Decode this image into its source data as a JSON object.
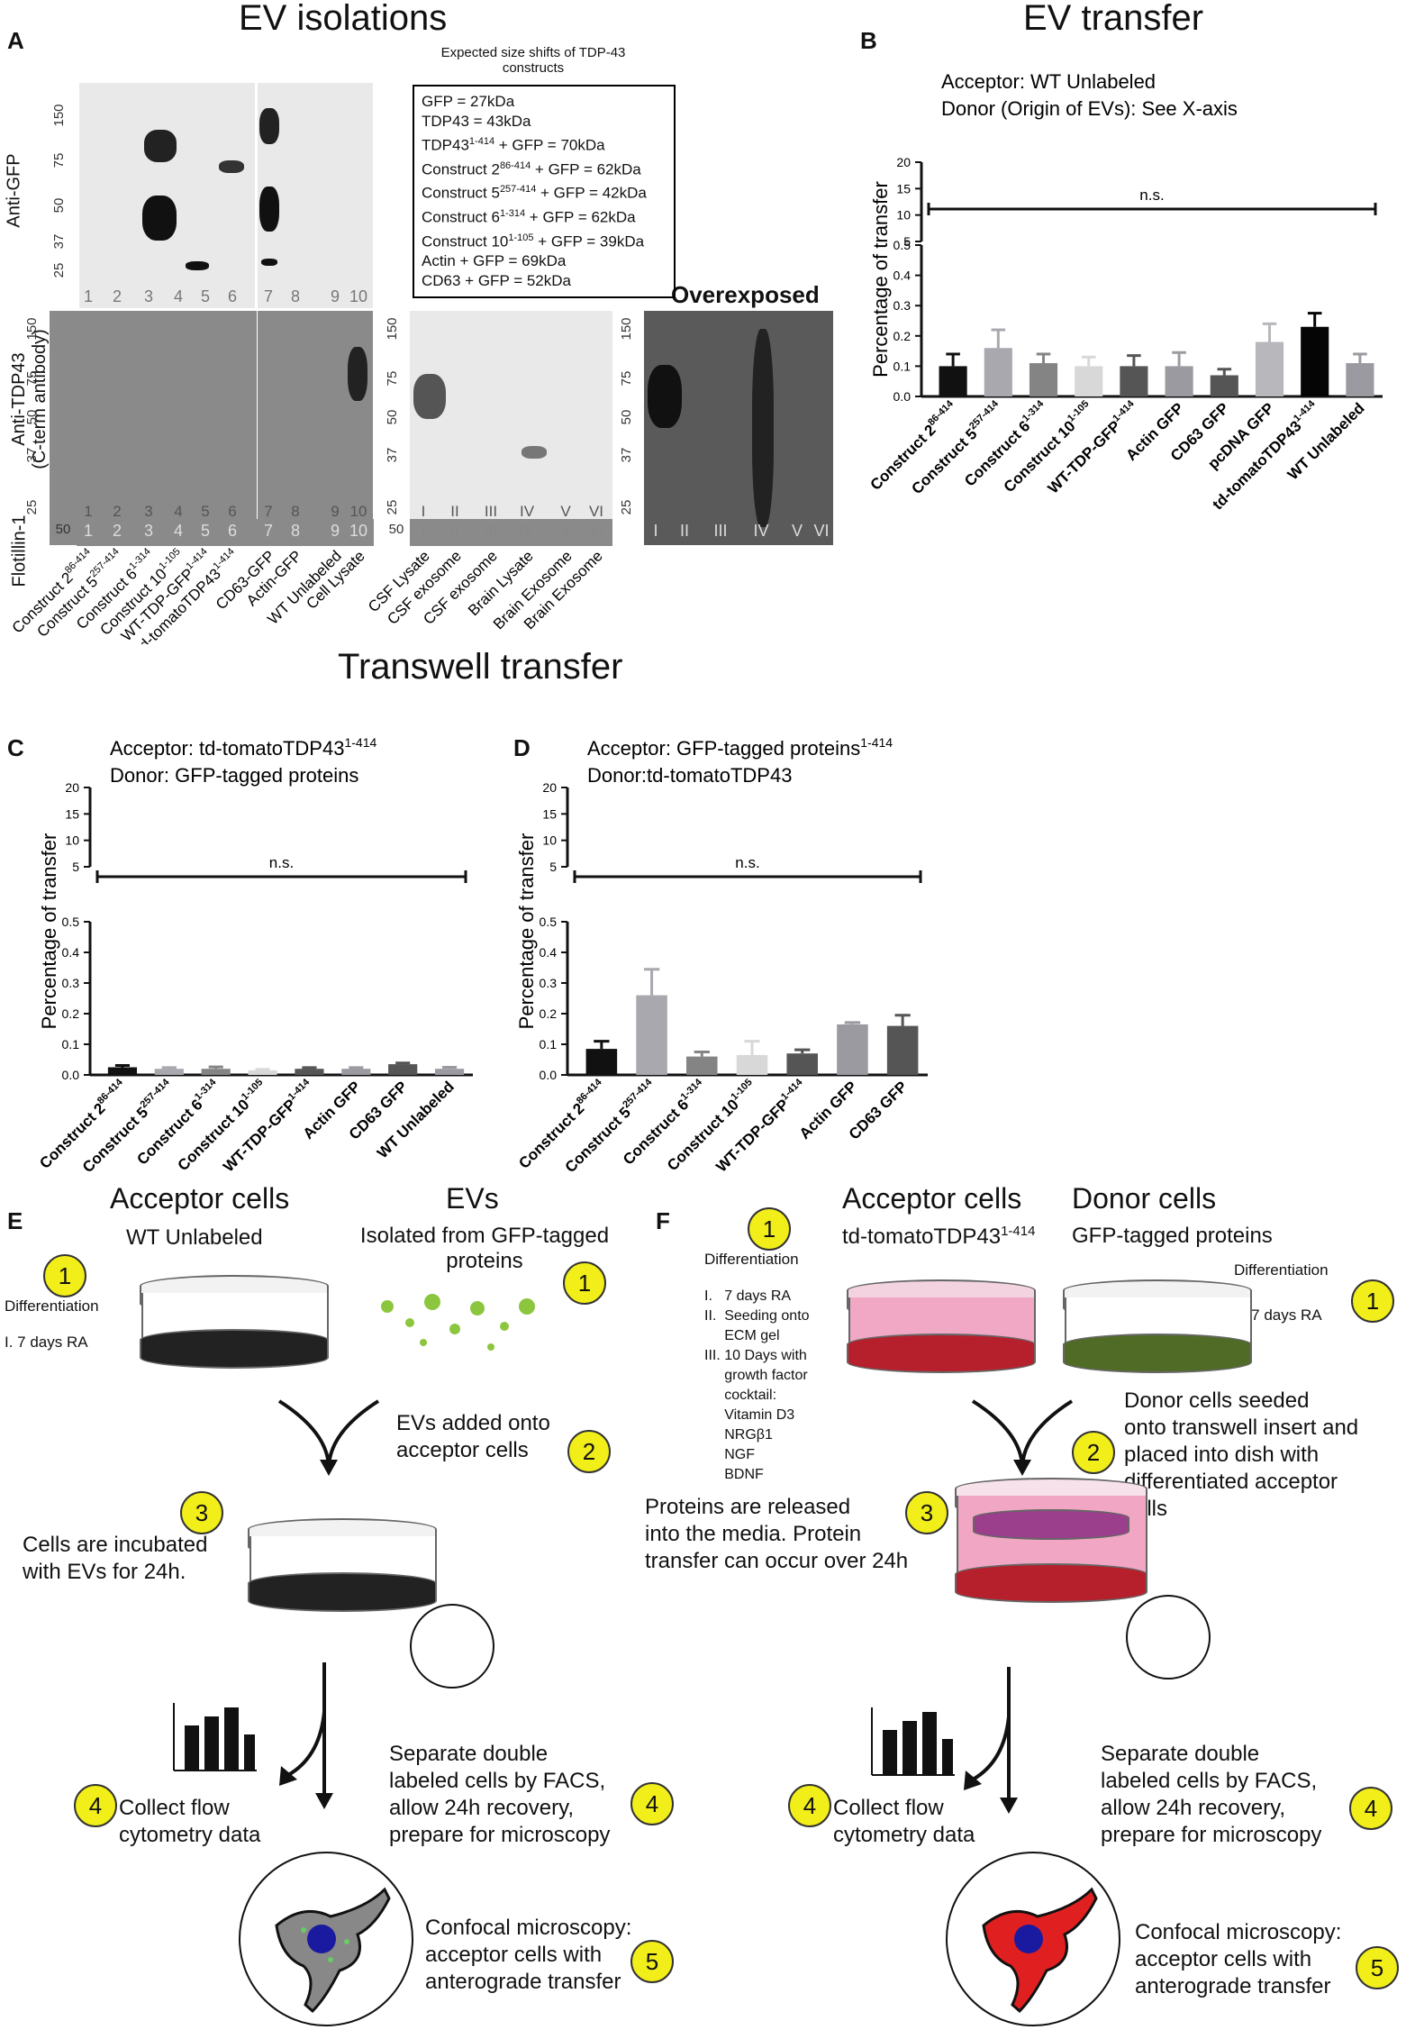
{
  "titles": {
    "ev_isolations": "EV isolations",
    "ev_transfer": "EV transfer",
    "transwell_transfer": "Transwell transfer"
  },
  "panel_letters": {
    "a": "A",
    "b": "B",
    "c": "C",
    "d": "D",
    "e": "E",
    "f": "F"
  },
  "panelA": {
    "row_labels": {
      "gfp": "Anti-GFP",
      "tdp43": "Anti-TDP43",
      "tdp43_sub": "(C-term antibody)",
      "flotillin": "Flotillin-1"
    },
    "mw_ticks": [
      "150",
      "75",
      "50",
      "37",
      "25"
    ],
    "flot_tick": "50",
    "lane_numbers": [
      "1",
      "2",
      "3",
      "4",
      "5",
      "6",
      "7",
      "8",
      "9",
      "10"
    ],
    "roman_lanes": [
      "I",
      "II",
      "III",
      "IV",
      "V",
      "VI"
    ],
    "overexposed": "Overexposed",
    "size_shift_title": "Expected size shifts of TDP-43 constructs",
    "size_shifts": [
      {
        "name": "GFP",
        "sup": "",
        "rest": " = 27kDa"
      },
      {
        "name": "TDP43",
        "sup": "",
        "rest": " = 43kDa"
      },
      {
        "name": "TDP43",
        "sup": "1-414",
        "rest": " + GFP = 70kDa"
      },
      {
        "name": "Construct 2",
        "sup": "86-414",
        "rest": " + GFP = 62kDa"
      },
      {
        "name": "Construct 5",
        "sup": "257-414",
        "rest": " + GFP = 42kDa"
      },
      {
        "name": "Construct 6",
        "sup": "1-314",
        "rest": " + GFP = 62kDa"
      },
      {
        "name": "Construct 10",
        "sup": "1-105",
        "rest": " + GFP = 39kDa"
      },
      {
        "name": "Actin + GFP = 69kDa",
        "sup": "",
        "rest": ""
      },
      {
        "name": "CD63 + GFP = 52kDa",
        "sup": "",
        "rest": ""
      }
    ],
    "lane_labels": [
      {
        "name": "Construct 2",
        "sup": "86-414"
      },
      {
        "name": "Construct 5",
        "sup": "257-414"
      },
      {
        "name": "Construct 6",
        "sup": "1-314"
      },
      {
        "name": "Construct 10",
        "sup": "1-105"
      },
      {
        "name": "WT-TDP-GFP",
        "sup": "1-414"
      },
      {
        "name": "td-tomatoTDP43",
        "sup": "1-414"
      },
      {
        "name": "CD63-GFP",
        "sup": ""
      },
      {
        "name": "Actin-GFP",
        "sup": ""
      },
      {
        "name": "WT Unlabeled",
        "sup": ""
      },
      {
        "name": "Cell Lysate",
        "sup": ""
      }
    ],
    "sample_labels": [
      "CSF Lysate",
      "CSF exosome",
      "CSF exosome",
      "Brain Lysate",
      "Brain Exosome",
      "Brain Exosome"
    ]
  },
  "chart_data": [
    {
      "id": "B",
      "type": "bar",
      "header": [
        "Acceptor: WT Unlabeled",
        "Donor (Origin of EVs): See X-axis"
      ],
      "ylabel": "Percentage of transfer",
      "upper_ticks": [
        "20",
        "15",
        "10",
        "5"
      ],
      "lower_ticks": [
        "0.5",
        "0.4",
        "0.3",
        "0.2",
        "0.1",
        "0.0"
      ],
      "ylim_lower": [
        0,
        0.5
      ],
      "ylim_upper": [
        5,
        20
      ],
      "significance": "n.s.",
      "categories": [
        {
          "name": "Construct 2",
          "sup": "86-414"
        },
        {
          "name": "Construct 5",
          "sup": "257-414"
        },
        {
          "name": "Construct 6",
          "sup": "1-314"
        },
        {
          "name": "Construct 10",
          "sup": "1-105"
        },
        {
          "name": "WT-TDP-GFP",
          "sup": "1-414"
        },
        {
          "name": "Actin GFP",
          "sup": ""
        },
        {
          "name": "CD63 GFP",
          "sup": ""
        },
        {
          "name": "pcDNA GFP",
          "sup": ""
        },
        {
          "name": "td-tomatoTDP43",
          "sup": "1-414"
        },
        {
          "name": "WT Unlabeled",
          "sup": ""
        }
      ],
      "values": [
        0.1,
        0.16,
        0.11,
        0.1,
        0.1,
        0.1,
        0.07,
        0.18,
        0.23,
        0.11
      ],
      "errors": [
        0.04,
        0.06,
        0.03,
        0.03,
        0.035,
        0.045,
        0.02,
        0.06,
        0.045,
        0.03
      ],
      "colors": [
        "#111111",
        "#a8a8ae",
        "#848484",
        "#d8d8d8",
        "#555555",
        "#9a9aa0",
        "#555555",
        "#b8b8bc",
        "#050505",
        "#9a9aa0"
      ]
    },
    {
      "id": "C",
      "type": "bar",
      "header": [
        "Acceptor: td-tomatoTDP43",
        "Donor: GFP-tagged proteins"
      ],
      "header_sup": "1-414",
      "ylabel": "Percentage of transfer",
      "upper_ticks": [
        "20",
        "15",
        "10",
        "5"
      ],
      "lower_ticks": [
        "0.5",
        "0.4",
        "0.3",
        "0.2",
        "0.1",
        "0.0"
      ],
      "ylim_lower": [
        0,
        0.5
      ],
      "ylim_upper": [
        5,
        20
      ],
      "significance": "n.s.",
      "categories": [
        {
          "name": "Construct 2",
          "sup": "86-414"
        },
        {
          "name": "Construct 5",
          "sup": "257-414"
        },
        {
          "name": "Construct 6",
          "sup": "1-314"
        },
        {
          "name": "Construct 10",
          "sup": "1-105"
        },
        {
          "name": "WT-TDP-GFP",
          "sup": "1-414"
        },
        {
          "name": "Actin GFP",
          "sup": ""
        },
        {
          "name": "CD63 GFP",
          "sup": ""
        },
        {
          "name": "WT Unlabeled",
          "sup": ""
        }
      ],
      "values": [
        0.025,
        0.02,
        0.02,
        0.015,
        0.02,
        0.02,
        0.035,
        0.02
      ],
      "errors": [
        0.006,
        0.004,
        0.006,
        0.003,
        0.004,
        0.004,
        0.004,
        0.005
      ],
      "colors": [
        "#111111",
        "#a8a8ae",
        "#848484",
        "#d8d8d8",
        "#555555",
        "#9a9aa0",
        "#555555",
        "#9a9aa0"
      ]
    },
    {
      "id": "D",
      "type": "bar",
      "header": [
        "Acceptor: GFP-tagged proteins",
        "Donor:td-tomatoTDP43"
      ],
      "header_sup": "1-414",
      "ylabel": "Percentage of transfer",
      "upper_ticks": [
        "20",
        "15",
        "10",
        "5"
      ],
      "lower_ticks": [
        "0.5",
        "0.4",
        "0.3",
        "0.2",
        "0.1",
        "0.0"
      ],
      "ylim_lower": [
        0,
        0.5
      ],
      "ylim_upper": [
        5,
        20
      ],
      "significance": "n.s.",
      "categories": [
        {
          "name": "Construct 2",
          "sup": "86-414"
        },
        {
          "name": "Construct 5",
          "sup": "257-414"
        },
        {
          "name": "Construct 6",
          "sup": "1-314"
        },
        {
          "name": "Construct 10",
          "sup": "1-105"
        },
        {
          "name": "WT-TDP-GFP",
          "sup": "1-414"
        },
        {
          "name": "Actin GFP",
          "sup": ""
        },
        {
          "name": "CD63 GFP",
          "sup": ""
        }
      ],
      "values": [
        0.085,
        0.26,
        0.06,
        0.065,
        0.07,
        0.165,
        0.16
      ],
      "errors": [
        0.025,
        0.085,
        0.015,
        0.045,
        0.012,
        0.006,
        0.035
      ],
      "colors": [
        "#111111",
        "#a8a8ae",
        "#848484",
        "#d8d8d8",
        "#555555",
        "#9a9aa0",
        "#555555"
      ]
    }
  ],
  "panelE": {
    "acceptor_title": "Acceptor cells",
    "acceptor_sub": "WT Unlabeled",
    "evs_title": "EVs",
    "evs_sub": [
      "Isolated from GFP-tagged",
      "proteins"
    ],
    "diff_label": "Differentiation",
    "step_i": "I.   7 days RA",
    "step2": [
      "EVs added onto",
      "acceptor cells"
    ],
    "step3": [
      "Cells are incubated",
      "with EVs for 24h."
    ],
    "step4_left": [
      "Collect flow",
      "cytometry data"
    ],
    "step4_right": [
      "Separate double",
      "labeled cells by FACS,",
      "allow 24h recovery,",
      "prepare for microscopy"
    ],
    "step5": [
      "Confocal microscopy:",
      "acceptor cells with",
      "anterograde transfer"
    ],
    "nums": [
      "1",
      "1",
      "2",
      "3",
      "4",
      "4",
      "5"
    ]
  },
  "panelF": {
    "acceptor_title": "Acceptor cells",
    "acceptor_sub": "td-tomatoTDP43",
    "acceptor_sub_sup": "1-414",
    "donor_title": "Donor cells",
    "donor_sub": "GFP-tagged proteins",
    "diff_label": "Differentiation",
    "acceptor_steps": [
      "I.   7 days RA",
      "II.  Seeding onto",
      "     ECM gel",
      "III. 10 Days with",
      "     growth factor",
      "     cocktail:",
      "     Vitamin D3",
      "     NRGβ1",
      "     NGF",
      "     BDNF"
    ],
    "donor_step": "I.  7 days RA",
    "step2": [
      "Donor cells seeded",
      "onto transwell insert and",
      "placed into dish with",
      "differentiated acceptor",
      "cells"
    ],
    "step3": [
      "Proteins are released",
      "into the media. Protein",
      "transfer can occur over 24h"
    ],
    "step4_left": [
      "Collect flow",
      "cytometry data"
    ],
    "step4_right": [
      "Separate double",
      "labeled cells by FACS,",
      "allow 24h recovery,",
      "prepare for microscopy"
    ],
    "step5": [
      "Confocal microscopy:",
      "acceptor cells with",
      "anterograde transfer"
    ],
    "nums": [
      "1",
      "1",
      "2",
      "3",
      "4",
      "4",
      "5"
    ]
  }
}
